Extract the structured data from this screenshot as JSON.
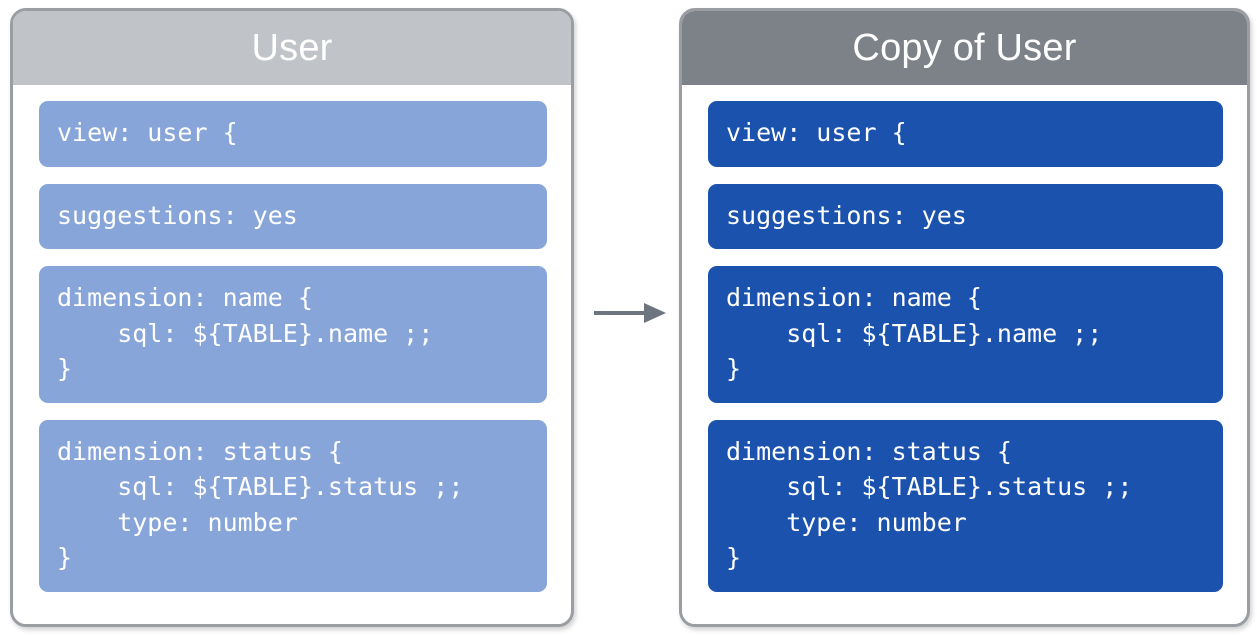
{
  "diagram": {
    "type": "flow",
    "description": "Copying a LookML view file to create a duplicate",
    "arrow_label": ""
  },
  "colors": {
    "source_header_bg": "#c0c3c7",
    "source_block_bg": "#87a5d8",
    "copy_header_bg": "#7d8288",
    "copy_block_bg": "#1a52ad",
    "card_border": "#9a9ea3",
    "card_bg": "#ffffff",
    "arrow": "#6e757e",
    "code_text": "#ffffff",
    "header_text": "#ffffff"
  },
  "cards": [
    {
      "id": "source",
      "title": "User",
      "blocks": [
        {
          "id": "view",
          "code": "view: user {"
        },
        {
          "id": "suggestions",
          "code": "suggestions: yes"
        },
        {
          "id": "dimension-name",
          "code": "dimension: name {\n    sql: ${TABLE}.name ;;\n}"
        },
        {
          "id": "dimension-status",
          "code": "dimension: status {\n    sql: ${TABLE}.status ;;\n    type: number\n}"
        }
      ]
    },
    {
      "id": "copy",
      "title": "Copy of User",
      "blocks": [
        {
          "id": "view",
          "code": "view: user {"
        },
        {
          "id": "suggestions",
          "code": "suggestions: yes"
        },
        {
          "id": "dimension-name",
          "code": "dimension: name {\n    sql: ${TABLE}.name ;;\n}"
        },
        {
          "id": "dimension-status",
          "code": "dimension: status {\n    sql: ${TABLE}.status ;;\n    type: number\n}"
        }
      ]
    }
  ]
}
